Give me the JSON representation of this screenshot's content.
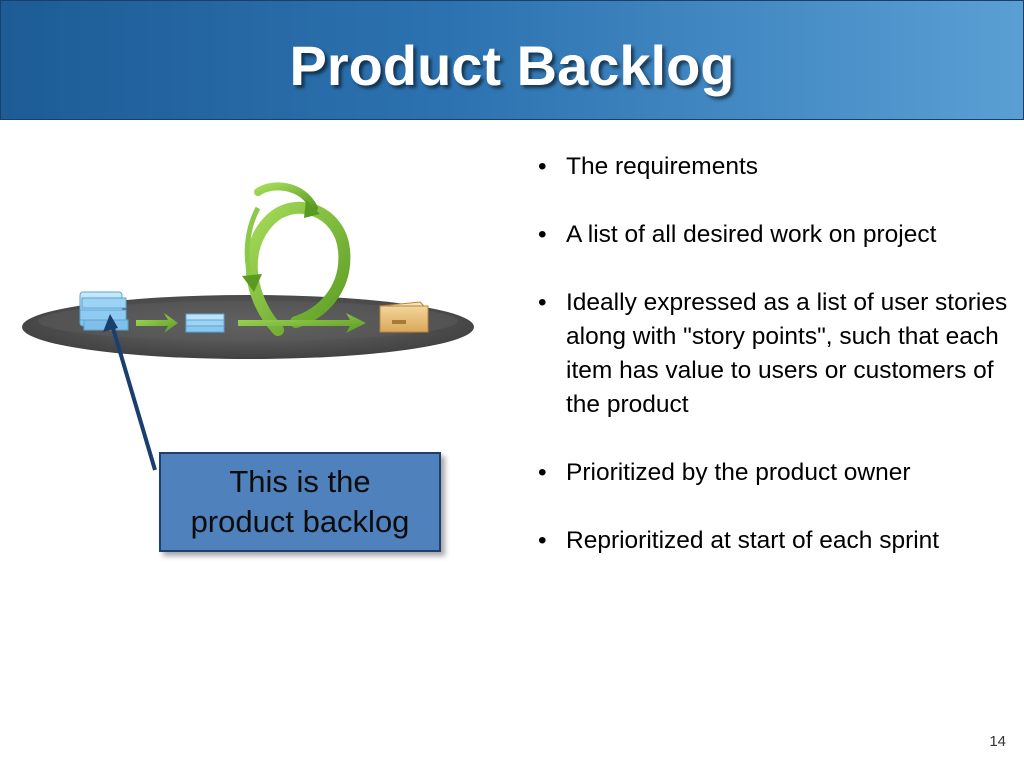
{
  "slide": {
    "title": "Product Backlog",
    "page_number": "14"
  },
  "diagram": {
    "backlog_icon": "stacked-blocks-icon",
    "sprint_backlog_icon": "small-stack-icon",
    "cycle_icon": "green-loop-arrow-icon",
    "product_icon": "cardboard-box-icon"
  },
  "callout": {
    "line1": "This is the",
    "line2": "product backlog"
  },
  "bullets": [
    "The requirements",
    "A list of all desired work on project",
    "Ideally expressed as a list of user stories along with \"story points\", such that each item has value to users or customers of the product",
    "Prioritized by the product owner",
    "Reprioritized at start of each sprint"
  ],
  "colors": {
    "title_bar_start": "#1d5c96",
    "title_bar_end": "#5a9fd4",
    "callout_fill": "#4f81bd",
    "callout_border": "#1f3f6e",
    "arrow": "#1a3e6e",
    "loop_green": "#6fb42c"
  }
}
